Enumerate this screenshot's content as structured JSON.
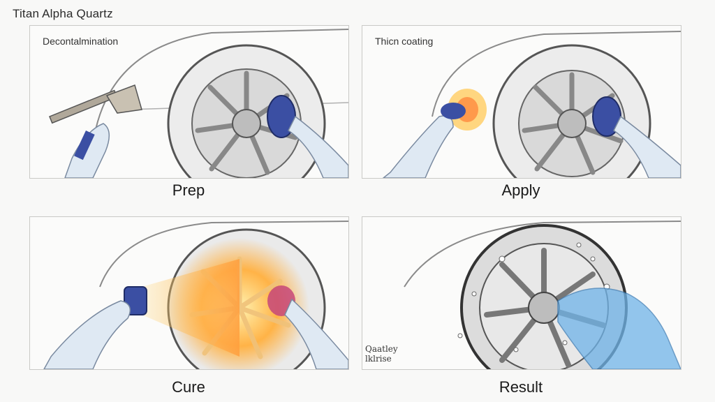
{
  "header": {
    "title": "Titan Alpha Quartz"
  },
  "panels": [
    {
      "caption": "Prep",
      "sublabel": "Decontalmination",
      "note": ""
    },
    {
      "caption": "Apply",
      "sublabel": "Thicn coating",
      "note": ""
    },
    {
      "caption": "Cure",
      "sublabel": "",
      "note": ""
    },
    {
      "caption": "Result",
      "sublabel": "",
      "note": "Qaatley\nlklrise"
    }
  ],
  "colors": {
    "pencil": "#6a6a6a",
    "applicator_blue": "#3b4fa3",
    "glove": "#dfe9f3",
    "cure_glow": "#ffb347",
    "water": "#6fb3e8"
  }
}
